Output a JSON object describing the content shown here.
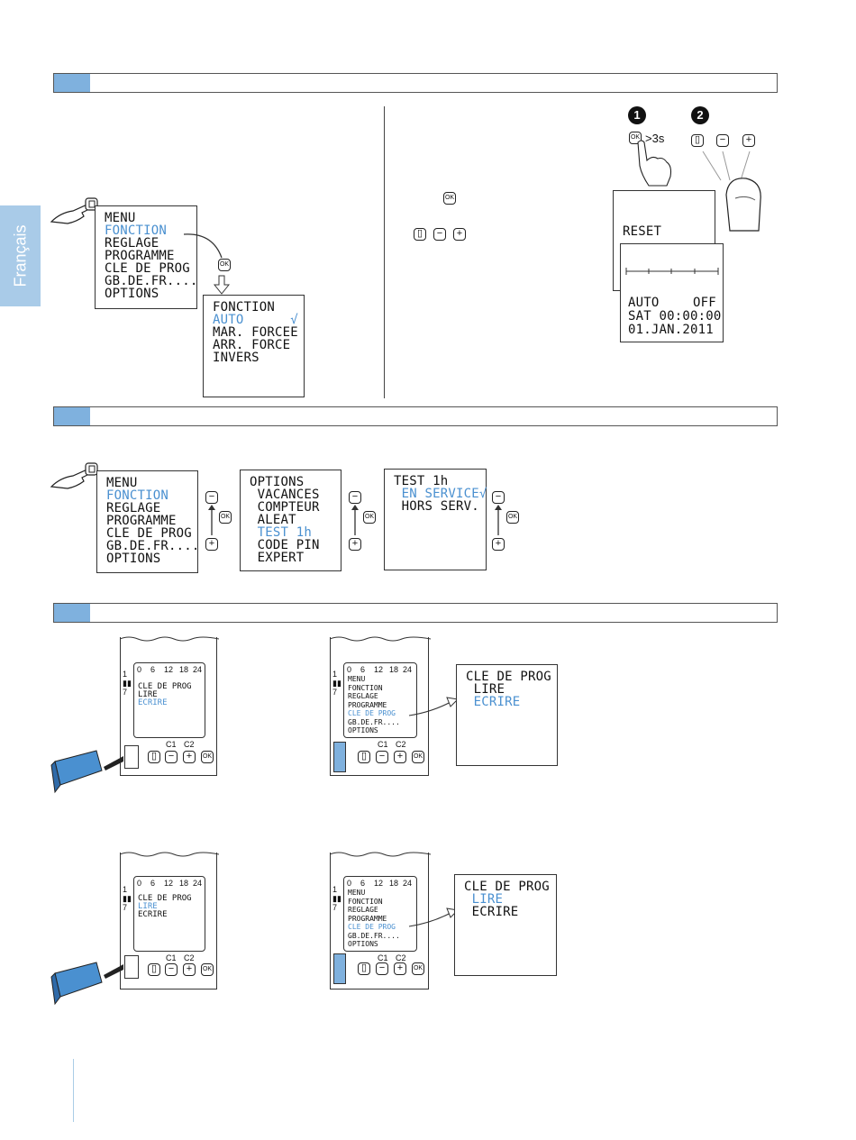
{
  "language_tab": "Français",
  "colors": {
    "accent": "#7fb1de",
    "highlight": "#4a90d0",
    "tab": "#a9cbe8"
  },
  "buttons": {
    "ok": "OK",
    "minus": "−",
    "plus": "+",
    "menu": "▯"
  },
  "section1": {
    "menu_screen": [
      "MENU",
      "FONCTION",
      "REGLAGE",
      "PROGRAMME",
      "CLE DE PROG",
      "GB.DE.FR....",
      "OPTIONS"
    ],
    "fonction_screen": [
      "FONCTION",
      "",
      "AUTO      √",
      "MAR. FORCEE",
      "ARR. FORCE",
      "INVERS"
    ],
    "step1": "1",
    "step2": "2",
    "hold_time": ">3s",
    "reset_screen": "RESET",
    "status_mode": "AUTO",
    "status_state": "OFF",
    "status_time": "SAT 00:00:00",
    "status_date": "01.JAN.2011"
  },
  "section2": {
    "menu_screen": [
      "MENU",
      "FONCTION",
      "REGLAGE",
      "PROGRAMME",
      "CLE DE PROG",
      "GB.DE.FR....",
      "OPTIONS"
    ],
    "options_screen": [
      "OPTIONS",
      " VACANCES",
      " COMPTEUR",
      " ALEAT",
      " TEST 1h",
      " CODE PIN",
      " EXPERT"
    ],
    "test_screen": [
      "TEST 1h",
      " EN SERVICE√",
      " HORS SERV."
    ]
  },
  "section3": {
    "timeline": [
      "0",
      "6",
      "12",
      "18",
      "24"
    ],
    "c1": "C1",
    "c2": "C2",
    "device_side": "1 ▮▮ 7",
    "write_device_screen": [
      "CLE DE PROG",
      " LIRE",
      " ECRIRE"
    ],
    "write_menu_device_screen": [
      "MENU",
      " FONCTION",
      " REGLAGE",
      " PROGRAMME",
      " CLE DE PROG",
      " GB.DE.FR....",
      " OPTIONS"
    ],
    "write_zoom_screen": [
      "CLE DE PROG",
      " LIRE",
      " ECRIRE"
    ],
    "read_device_screen": [
      "CLE DE PROG",
      " LIRE",
      " ECRIRE"
    ],
    "read_menu_device_screen": [
      "MENU",
      " FONCTION",
      " REGLAGE",
      " PROGRAMME",
      " CLE DE PROG",
      " GB.DE.FR....",
      " OPTIONS"
    ],
    "read_zoom_screen": [
      "CLE DE PROG",
      " LIRE",
      " ECRIRE"
    ]
  }
}
